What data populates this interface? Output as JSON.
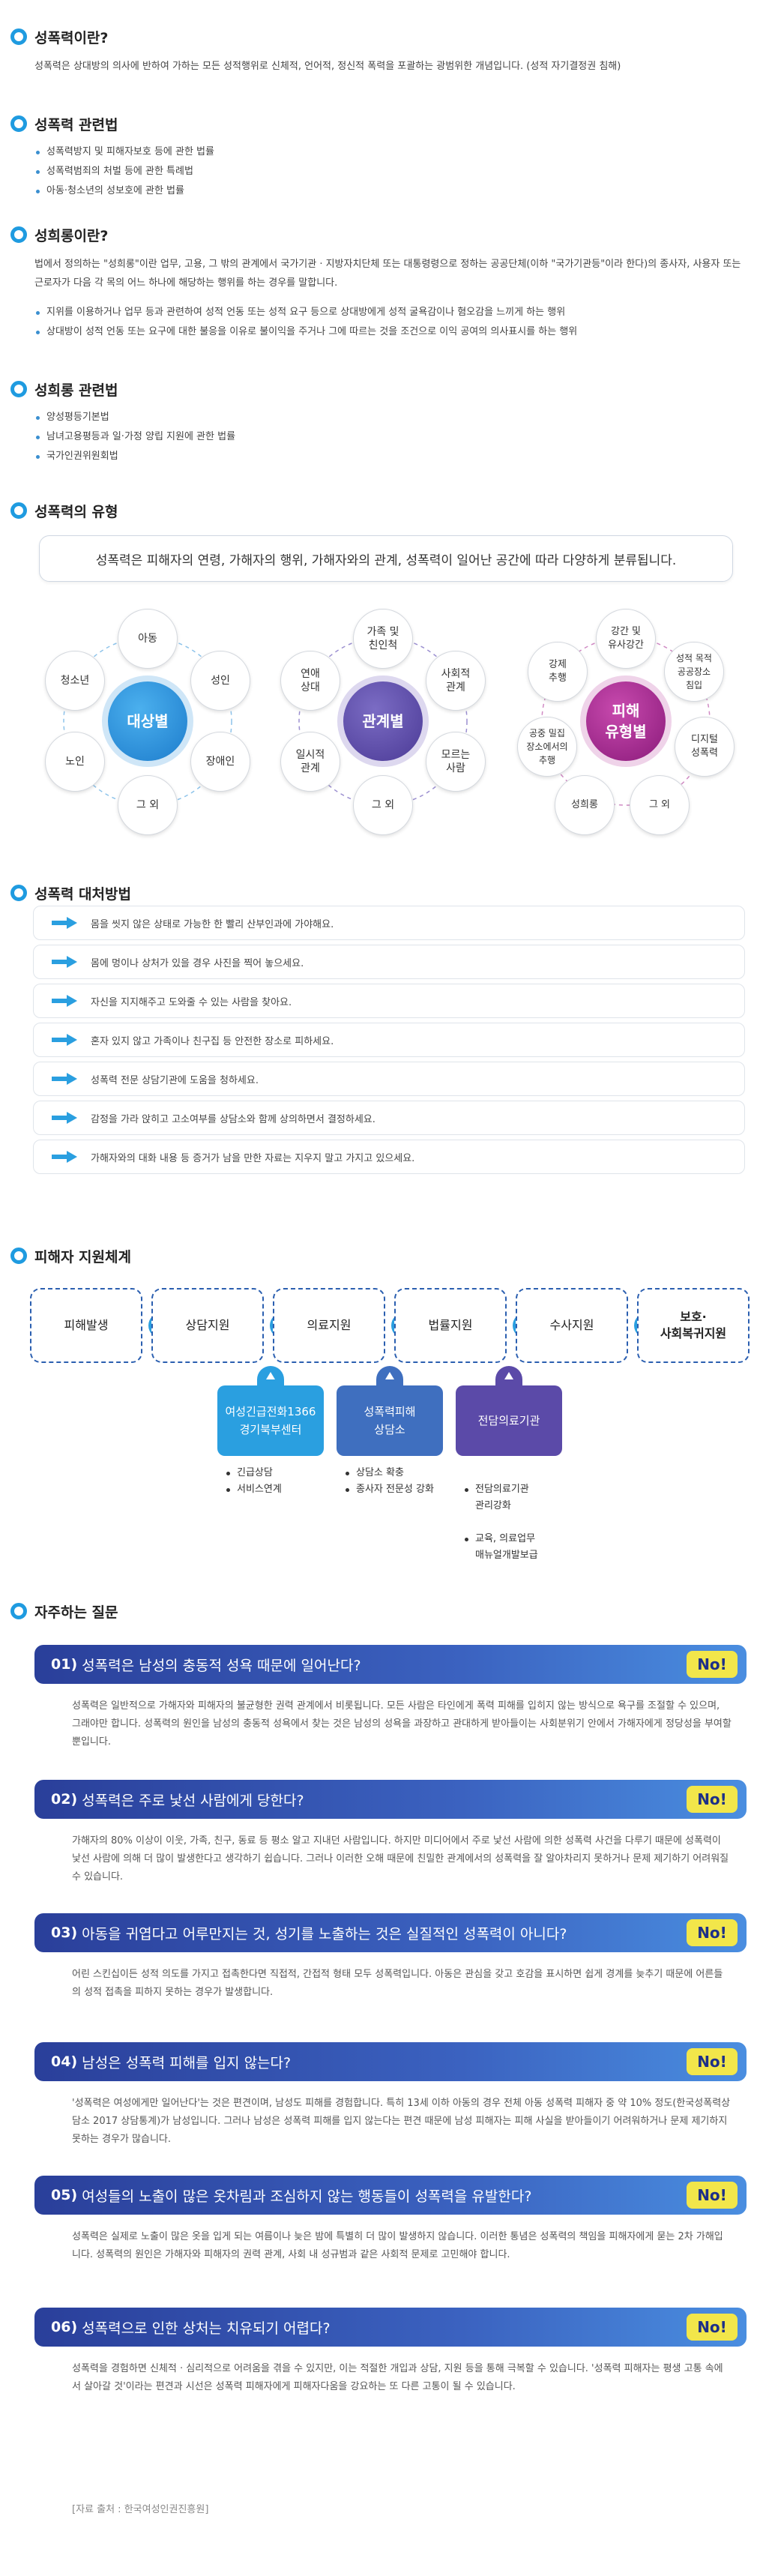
{
  "definition": {
    "title": "성폭력이란?",
    "text": "성폭력은 상대방의 의사에 반하여 가하는 모든 성적행위로 신체적, 언어적, 정신적 폭력을 포괄하는 광범위한 개념입니다. (성적 자기결정권 침해)"
  },
  "laws": {
    "title": "성폭력 관련법",
    "items": [
      "성폭력방지 및 피해자보호 등에 관한 법률",
      "성폭력범죄의 처벌 등에 관한 특례법",
      "아동·청소년의 성보호에 관한 법률"
    ]
  },
  "harassment": {
    "title": "성희롱이란?",
    "text": "법에서 정의하는 \"성희롱\"이란 업무, 고용, 그 밖의 관계에서 국가기관 · 지방자치단체 또는 대통령령으로 정하는 공공단체(이하 \"국가기관등\"이라 한다)의 종사자, 사용자 또는 근로자가 다음 각 목의 어느 하나에 해당하는 행위를 하는 경우를 말합니다.",
    "items": [
      "지위를 이용하거나 업무 등과 관련하여 성적 언동 또는 성적 요구 등으로 상대방에게 성적 굴욕감이나 혐오감을 느끼게 하는 행위",
      "상대방이 성적 언동 또는 요구에 대한 불응을 이유로 불이익을 주거나 그에 따르는 것을 조건으로 이익 공여의 의사표시를 하는 행위"
    ]
  },
  "harassment_laws": {
    "title": "성희롱 관련법",
    "items": [
      "양성평등기본법",
      "남녀고용평등과 일·가정 양립 지원에 관한 법률",
      "국가인권위원회법"
    ]
  },
  "types": {
    "title": "성폭력의 유형",
    "summary": "성폭력은 피해자의 연령, 가해자의 행위, 가해자와의 관계, 성폭력이 일어난 공간에 따라 다양하게 분류됩니다.",
    "diagrams": [
      {
        "hub": "대상별",
        "nodes": [
          "아동",
          "성인",
          "장애인",
          "그 외",
          "노인",
          "청소년"
        ]
      },
      {
        "hub": "관계별",
        "nodes": [
          "가족 및\n친인척",
          "사회적\n관계",
          "모르는\n사람",
          "그 외",
          "일시적\n관계",
          "연애\n상대"
        ]
      },
      {
        "hub": "피해\n유형별",
        "nodes": [
          "강간 및\n유사강간",
          "성적 목적\n공공장소\n침입",
          "디지털\n성폭력",
          "그 외",
          "성희롱",
          "공중 밀집\n장소에서의\n추행",
          "강제\n추행"
        ]
      }
    ]
  },
  "response": {
    "title": "성폭력 대처방법",
    "items": [
      "몸을 씻지 않은 상태로 가능한 한 빨리 산부인과에 가야해요.",
      "몸에 멍이나 상처가 있을 경우 사진을 찍어 놓으세요.",
      "자신을 지지해주고 도와줄 수 있는 사람을 찾아요.",
      "혼자 있지 않고 가족이나 친구집 등 안전한 장소로 피하세요.",
      "성폭력 전문 상담기관에 도움을 청하세요.",
      "감정을 가라 앉히고 고소여부를 상담소와 함께 상의하면서 결정하세요.",
      "가해자와의 대화 내용 등 증거가 남을 만한 자료는 지우지 말고 가지고 있으세요."
    ]
  },
  "support": {
    "title": "피해자 지원체계",
    "flow": [
      "피해발생",
      "상담지원",
      "의료지원",
      "법률지원",
      "수사지원",
      "보호·\n사회복귀지원"
    ],
    "centers": [
      {
        "name": "여성긴급전화1366\n경기북부센터",
        "color": "#2a9fe0",
        "items": [
          "긴급상담",
          "서비스연계"
        ]
      },
      {
        "name": "성폭력피해\n상담소",
        "color": "#3f6fbf",
        "items": [
          "상담소 확충",
          "종사자 전문성 강화"
        ]
      },
      {
        "name": "전담의료기관",
        "color": "#5b4aa8",
        "items": [
          "전담의료기관\n관리강화",
          "교육, 의료업무\n매뉴얼개발보급"
        ]
      }
    ]
  },
  "faq": {
    "title": "자주하는 질문",
    "badge": "No!",
    "items": [
      {
        "num": "01)",
        "q": "성폭력은 남성의 충동적 성욕 때문에 일어난다?",
        "a": "성폭력은 일반적으로 가해자와 피해자의 불균형한 권력 관계에서 비롯됩니다. 모든 사람은 타인에게 폭력 피해를 입히지 않는 방식으로 욕구를 조절할 수 있으며, 그래야만 합니다. 성폭력의 원인을 남성의 충동적 성욕에서 찾는 것은 남성의 성욕을 과장하고 관대하게 받아들이는 사회분위기 안에서 가해자에게 정당성을 부여할 뿐입니다."
      },
      {
        "num": "02)",
        "q": "성폭력은 주로 낯선 사람에게 당한다?",
        "a": "가해자의 80% 이상이 이웃, 가족, 친구, 동료 등 평소 알고 지내던 사람입니다. 하지만 미디어에서 주로 낯선 사람에 의한 성폭력 사건을 다루기 때문에 성폭력이 낯선 사람에 의해 더 많이 발생한다고 생각하기 쉽습니다. 그러나 이러한 오해 때문에 친밀한 관계에서의 성폭력을 잘 알아차리지 못하거나 문제 제기하기 어려워질 수 있습니다."
      },
      {
        "num": "03)",
        "q": "아동을 귀엽다고 어루만지는 것, 성기를 노출하는 것은 실질적인 성폭력이 아니다?",
        "a": "어린 스킨십이든 성적 의도를 가지고 접촉한다면 직접적, 간접적 형태 모두 성폭력입니다. 아동은 관심을 갖고 호감을 표시하면 쉽게 경계를 늦추기 때문에 어른들의 성적 접촉을 피하지 못하는 경우가 발생합니다."
      },
      {
        "num": "04)",
        "q": "남성은 성폭력 피해를 입지 않는다?",
        "a": "'성폭력은 여성에게만 일어난다'는 것은 편견이며, 남성도 피해를 경험합니다. 특히 13세 이하 아동의 경우 전체 아동 성폭력 피해자 중 약 10% 정도(한국성폭력상담소 2017 상담통계)가 남성입니다. 그러나 남성은 성폭력 피해를 입지 않는다는 편견 때문에 남성 피해자는 피해 사실을 받아들이기 어려워하거나 문제 제기하지 못하는 경우가 많습니다."
      },
      {
        "num": "05)",
        "q": "여성들의 노출이 많은 옷차림과 조심하지 않는 행동들이 성폭력을 유발한다?",
        "a": "성폭력은 실제로 노출이 많은 옷을 입게 되는 여름이나 늦은 밤에 특별히 더 많이 발생하지 않습니다. 이러한 통념은 성폭력의 책임을 피해자에게 묻는 2차 가해입니다. 성폭력의 원인은 가해자와 피해자의 권력 관계, 사회 내 성규범과 같은 사회적 문제로 고민해야 합니다."
      },
      {
        "num": "06)",
        "q": "성폭력으로 인한 상처는 치유되기 어렵다?",
        "a": "성폭력을 경험하면 신체적 · 심리적으로 어려움을 겪을 수 있지만, 이는 적절한 개입과 상담, 지원 등을 통해 극복할 수 있습니다. '성폭력 피해자는 평생 고통 속에서 살아갈 것'이라는 편견과 시선은 성폭력 피해자에게 피해자다움을 강요하는 또 다른 고통이 될 수 있습니다."
      }
    ],
    "source": "[자료 출처 : 한국여성인권진흥원]"
  },
  "colors": {
    "accent": "#1f9be0",
    "hub1": "#2a8fd8",
    "hub2": "#5a4aa8",
    "hub3": "#a2238e",
    "badge": "#f2e64a"
  }
}
